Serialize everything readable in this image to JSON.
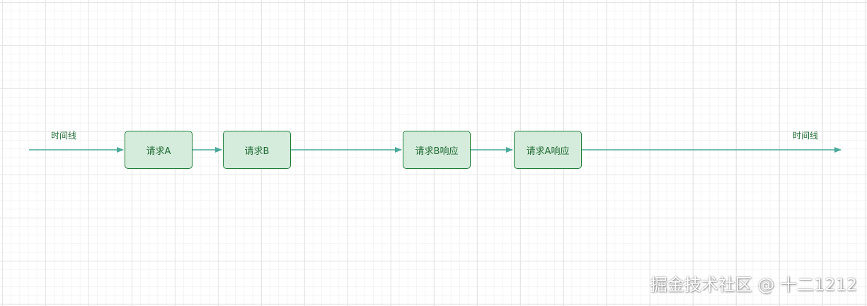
{
  "diagram": {
    "timeline_label_start": "时间线",
    "timeline_label_end": "时间线",
    "nodes": [
      {
        "label": "请求A"
      },
      {
        "label": "请求B"
      },
      {
        "label": "请求B响应"
      },
      {
        "label": "请求A响应"
      }
    ],
    "colors": {
      "arrow": "#4aaa9a",
      "node_fill": "#d5ecdc",
      "node_border": "#1f7d3a",
      "text": "#1f6b33"
    }
  },
  "watermark": "掘金技术社区 @ 十二1212"
}
